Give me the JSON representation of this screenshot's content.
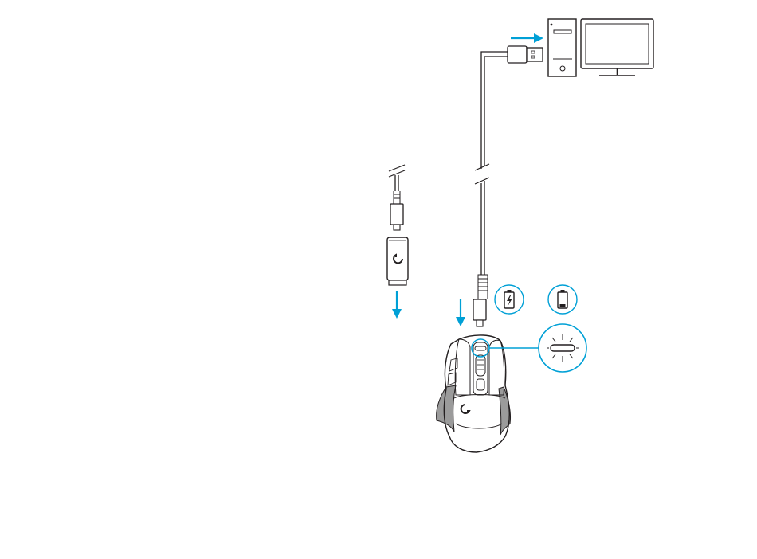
{
  "diagram": {
    "colors": {
      "line": "#231f20",
      "accent": "#00a0d6",
      "mouse_fill": "#ffffff",
      "mouse_grip": "#9b9b9b",
      "background": "#ffffff"
    },
    "components": [
      {
        "id": "computer-tower",
        "icon": "pc-tower-icon"
      },
      {
        "id": "monitor",
        "icon": "monitor-icon"
      },
      {
        "id": "usb-a-plug",
        "icon": "usb-a-plug-icon"
      },
      {
        "id": "usb-c-plug",
        "icon": "usb-c-plug-icon"
      },
      {
        "id": "adapter-usb-c-plug",
        "icon": "usb-c-plug-icon"
      },
      {
        "id": "usb-receiver",
        "icon": "logitech-g-receiver-icon"
      },
      {
        "id": "gaming-mouse",
        "icon": "gaming-mouse-icon"
      },
      {
        "id": "battery-charging",
        "icon": "battery-charging-icon"
      },
      {
        "id": "battery-low",
        "icon": "battery-low-icon"
      },
      {
        "id": "led-indicator-callout",
        "icon": "blinking-led-icon"
      }
    ],
    "arrows": [
      {
        "id": "arrow-into-computer",
        "direction": "right"
      },
      {
        "id": "arrow-into-mouse",
        "direction": "down"
      },
      {
        "id": "arrow-receiver-out",
        "direction": "down"
      }
    ]
  }
}
